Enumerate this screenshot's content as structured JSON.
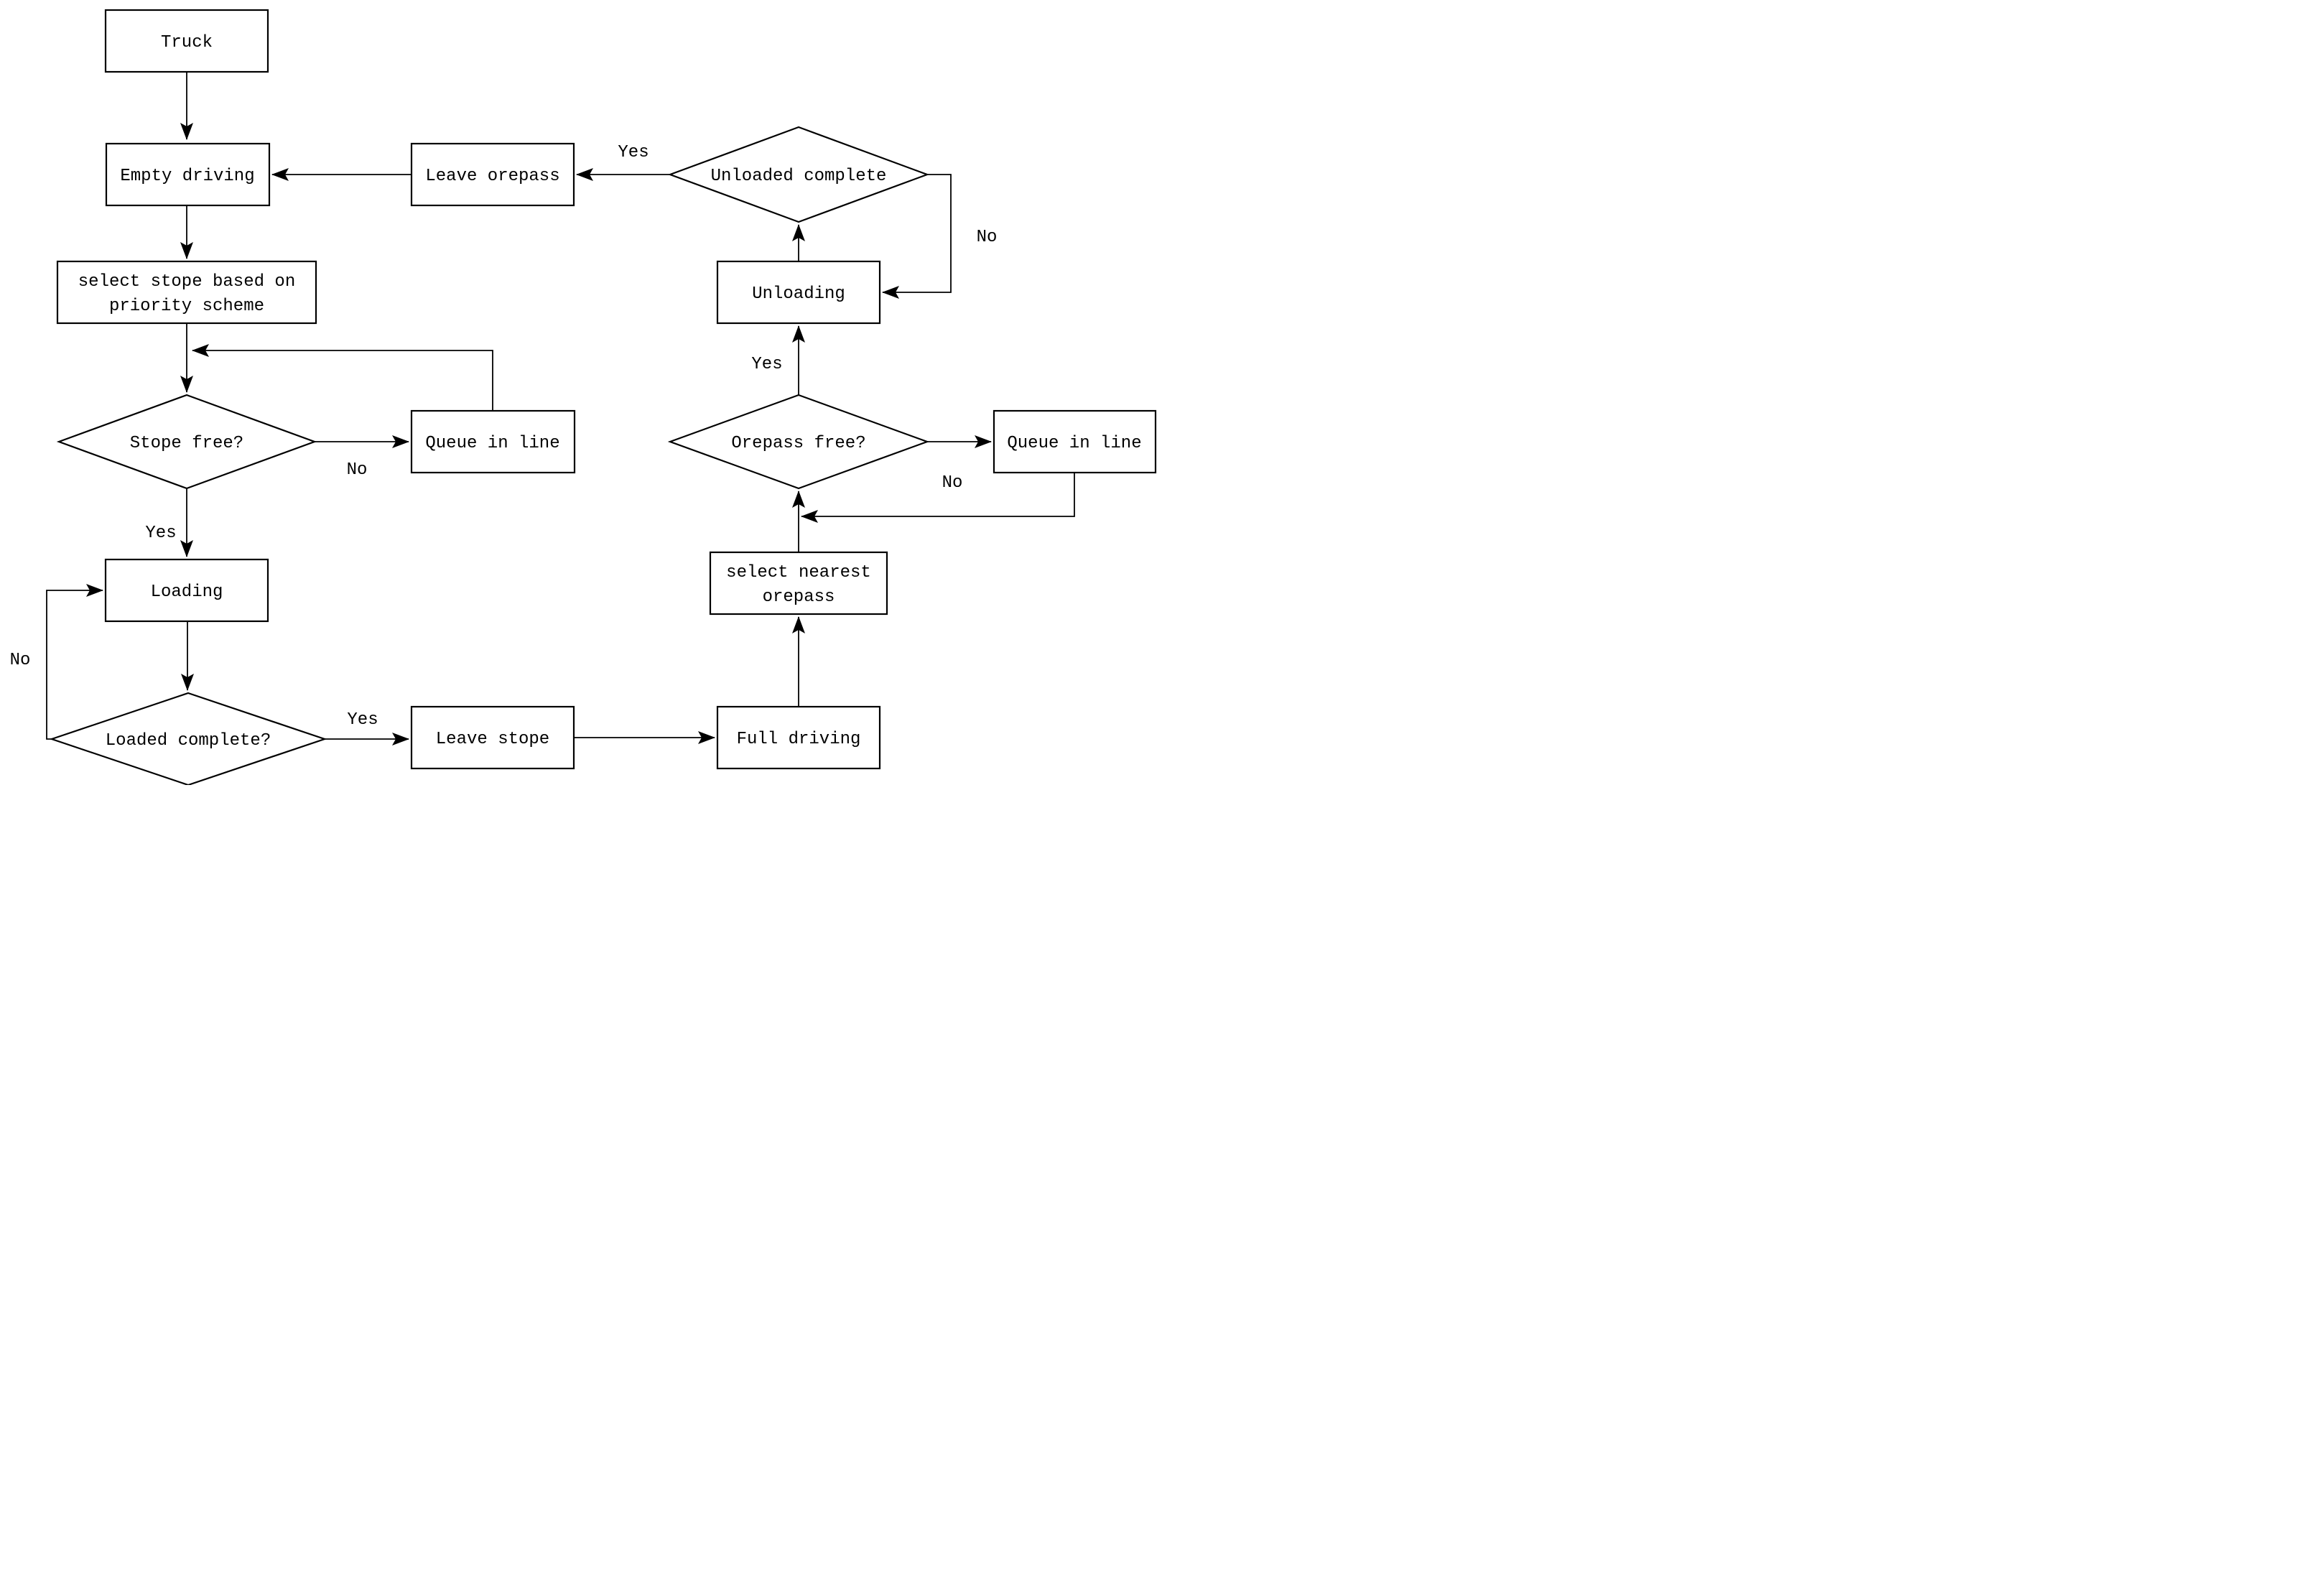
{
  "diagram": {
    "colors": {
      "stroke": "#000000",
      "background": "#ffffff"
    },
    "nodes": {
      "truck": {
        "label": "Truck"
      },
      "empty_driving": {
        "label": "Empty driving"
      },
      "select_stope": {
        "line1": "select stope based on",
        "line2": "priority scheme"
      },
      "stope_free": {
        "label": "Stope free?"
      },
      "queue_in_line_stope": {
        "label": "Queue in line"
      },
      "loading": {
        "label": "Loading"
      },
      "loaded_complete": {
        "label": "Loaded complete?"
      },
      "leave_stope": {
        "label": "Leave stope"
      },
      "full_driving": {
        "label": "Full driving"
      },
      "select_nearest_orepass": {
        "line1": "select nearest",
        "line2": "orepass"
      },
      "orepass_free": {
        "label": "Orepass free?"
      },
      "queue_in_line_orepass": {
        "label": "Queue in line"
      },
      "unloading": {
        "label": "Unloading"
      },
      "unloaded_complete": {
        "label": "Unloaded complete"
      },
      "leave_orepass": {
        "label": "Leave orepass"
      }
    },
    "branch_labels": {
      "stope_free_no": "No",
      "stope_free_yes": "Yes",
      "loaded_complete_no": "No",
      "loaded_complete_yes": "Yes",
      "orepass_free_no": "No",
      "orepass_free_yes": "Yes",
      "unloaded_complete_no": "No",
      "unloaded_complete_yes": "Yes"
    }
  }
}
